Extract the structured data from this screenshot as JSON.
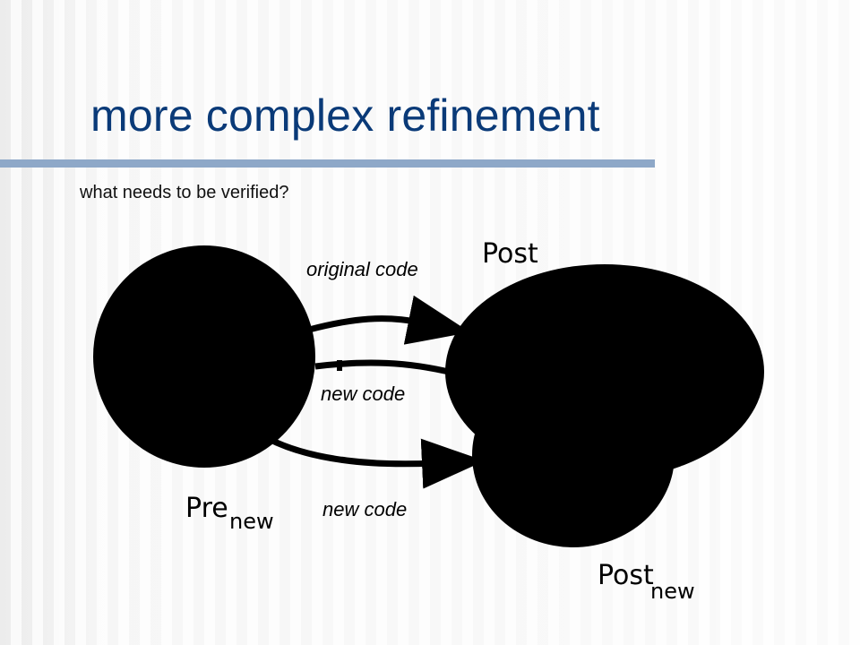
{
  "slide": {
    "title": "more complex refinement",
    "question": "what needs to be verified?"
  },
  "diagram": {
    "labels": {
      "post": "Post",
      "pre_main": "Pre",
      "pre_sub": "new",
      "post_new_main": "Post",
      "post_new_sub": "new"
    },
    "arrows": {
      "original_code": "original code",
      "new_code_middle": "new code",
      "new_code_bottom": "new  code"
    }
  }
}
